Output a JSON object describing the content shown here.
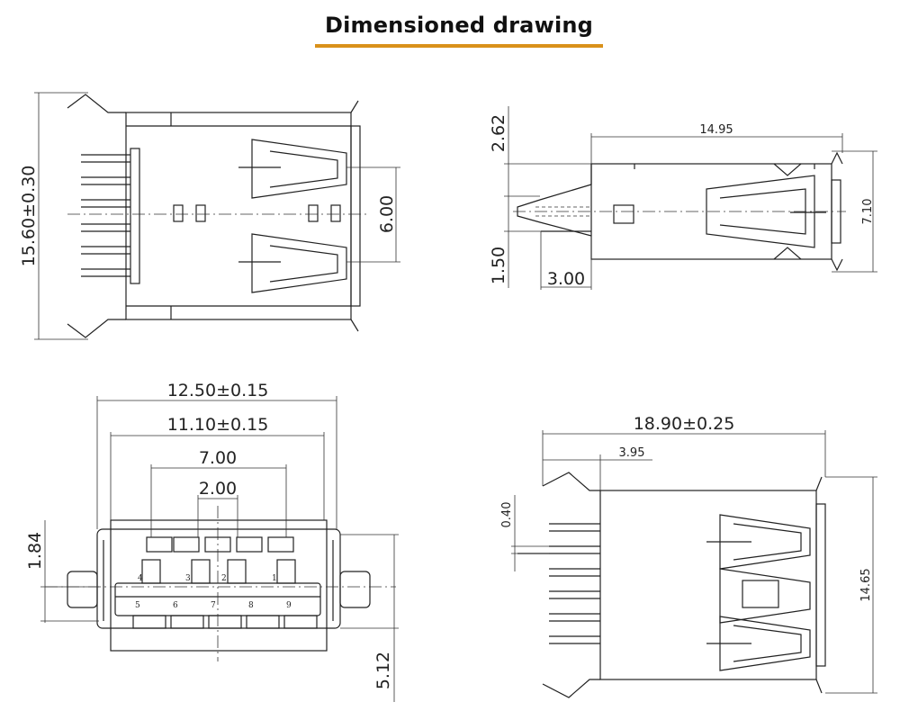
{
  "title": "Dimensioned drawing",
  "colors": {
    "accent": "#d9911a",
    "line": "#222222"
  },
  "dimensions": {
    "top_view_height": "15.60±0.30",
    "top_view_spacing": "6.00",
    "side_length": "14.95",
    "side_top": "2.62",
    "side_bottom": "1.50",
    "side_pin": "3.00",
    "side_height": "7.10",
    "front_outer": "12.50±0.15",
    "front_inner": "11.10±0.15",
    "front_pin_span": "7.00",
    "front_pin_pitch": "2.00",
    "front_top": "1.84",
    "front_bottom": "5.12",
    "br_length": "18.90±0.25",
    "br_offset": "3.95",
    "br_pin": "0.40",
    "br_height": "14.65"
  },
  "pins": {
    "top_row": [
      "4",
      "3",
      "2",
      "1"
    ],
    "bottom_row": [
      "5",
      "6",
      "7",
      "8",
      "9"
    ]
  }
}
